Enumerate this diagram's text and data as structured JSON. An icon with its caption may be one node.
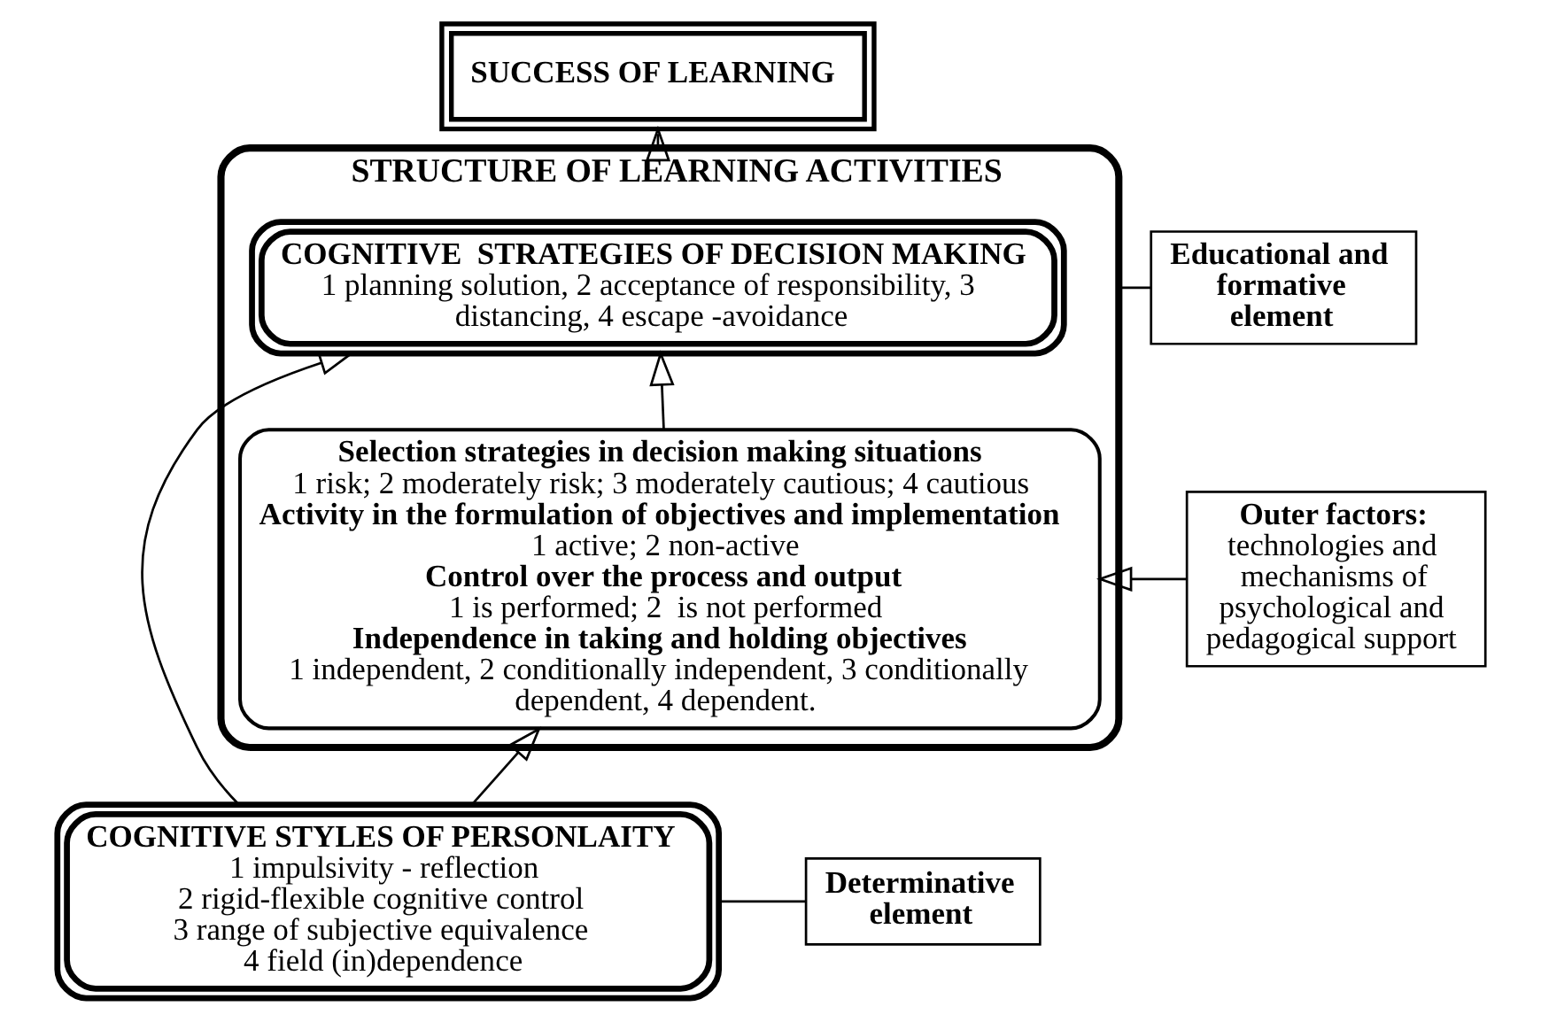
{
  "diagram": {
    "nodes": [
      {
        "text": [
          "SUCCESS OF LEARNING"
        ]
      },
      {
        "text": [
          "STRUCTURE OF LEARNING ACTIVITIES"
        ]
      },
      {
        "text": [
          "COGNITIVE  STRATEGIES OF DECISION MAKING",
          "1 planning solution, 2 acceptance of responsibility, 3 distancing, 4 escape -avoidance"
        ],
        "in": 1
      },
      {
        "text": [
          "Selection strategies in decision making situations",
          "1 risk; 2 moderately risk; 3 moderately cautious; 4 cautious",
          "Activity in the formulation of objectives and implementation",
          "1 active; 2 non-active",
          "Control over the process and output",
          "1 is performed; 2  is not performed",
          "Independence in taking and holding objectives",
          "1 independent, 2 conditionally independent, 3 conditionally dependent, 4 dependent."
        ],
        "in": 1
      },
      {
        "text": [
          "COGNITIVE STYLES OF PERSONLAITY",
          "1 impulsivity - reflection",
          "2 rigid-flexible cognitive control",
          "3 range of subjective equivalence",
          "4 field (in)dependence"
        ]
      },
      {
        "text": [
          "Educational and formative element"
        ]
      },
      {
        "text": [
          "Outer factors:",
          "technologies and mechanisms of psychological and pedagogical support"
        ]
      },
      {
        "text": [
          "Determinative element"
        ]
      }
    ],
    "edges": [
      {
        "from": 1,
        "to": 0,
        "arrow": "to"
      },
      {
        "from": 3,
        "to": 2,
        "arrow": "to"
      },
      {
        "from": 4,
        "to": 3,
        "arrow": "to"
      },
      {
        "from": 4,
        "to": 2,
        "arrow": "to"
      },
      {
        "from": 6,
        "to": 3,
        "arrow": "to"
      },
      {
        "from": 5,
        "to": 1,
        "arrow": "none"
      },
      {
        "from": 7,
        "to": 4,
        "arrow": "none"
      }
    ]
  }
}
